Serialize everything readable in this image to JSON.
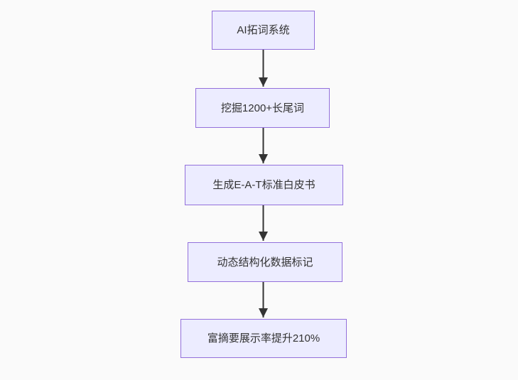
{
  "flowchart": {
    "type": "flowchart",
    "direction": "top-down",
    "nodes": [
      {
        "id": "n1",
        "label": "AI拓词系统"
      },
      {
        "id": "n2",
        "label": "挖掘1200+长尾词"
      },
      {
        "id": "n3",
        "label": "生成E-A-T标准白皮书"
      },
      {
        "id": "n4",
        "label": "动态结构化数据标记"
      },
      {
        "id": "n5",
        "label": "富摘要展示率提升210%"
      }
    ],
    "edges": [
      {
        "from": "AI拓词系统",
        "to": "挖掘1200+长尾词"
      },
      {
        "from": "挖掘1200+长尾词",
        "to": "生成E-A-T标准白皮书"
      },
      {
        "from": "生成E-A-T标准白皮书",
        "to": "动态结构化数据标记"
      },
      {
        "from": "动态结构化数据标记",
        "to": "富摘要展示率提升210%"
      }
    ],
    "colors": {
      "node_fill": "#ECECFF",
      "node_border": "#9370DB",
      "node_text": "#333333",
      "arrow": "#333333",
      "background": "#FAFAFA"
    }
  }
}
